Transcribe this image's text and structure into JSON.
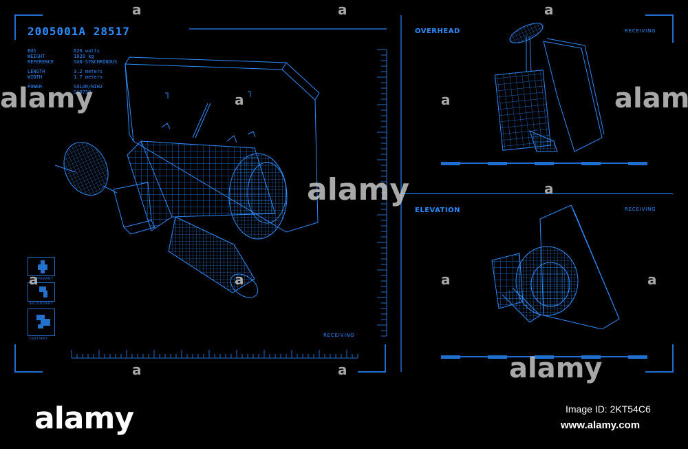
{
  "header": {
    "title": "2005001A 28517"
  },
  "specs": {
    "group1": [
      {
        "label": "BUS",
        "value": "620 watts"
      },
      {
        "label": "WEIGHT",
        "value": "1020 kg"
      },
      {
        "label": "REFERENCE",
        "value": "SUN-SYNCHRONOUS"
      }
    ],
    "group2": [
      {
        "label": "LENGTH",
        "value": "3.2 meters"
      },
      {
        "label": "WIDTH",
        "value": "1.7 meters"
      }
    ],
    "group3": [
      {
        "label": "POWER",
        "value": "SOLAR/NIH2"
      },
      {
        "label": "",
        "value": "SAO750"
      }
    ]
  },
  "main_view": {
    "status": "RECEIVING"
  },
  "thumbnails": [
    {
      "label": "PRIMARY"
    },
    {
      "label": "SECONDARY"
    },
    {
      "label": "TERTIARY"
    }
  ],
  "overhead": {
    "title": "OVERHEAD",
    "status": "RECEIVING"
  },
  "elevation": {
    "title": "ELEVATION",
    "status": "RECEIVING"
  },
  "watermark": {
    "text": "alamy",
    "letter": "a"
  },
  "footer": {
    "logo": "alamy",
    "image_id": "Image ID: 2KT54C6",
    "url": "www.alamy.com"
  },
  "colors": {
    "accent": "#2d8cff",
    "line": "#1f6fd0",
    "background": "#000000"
  }
}
